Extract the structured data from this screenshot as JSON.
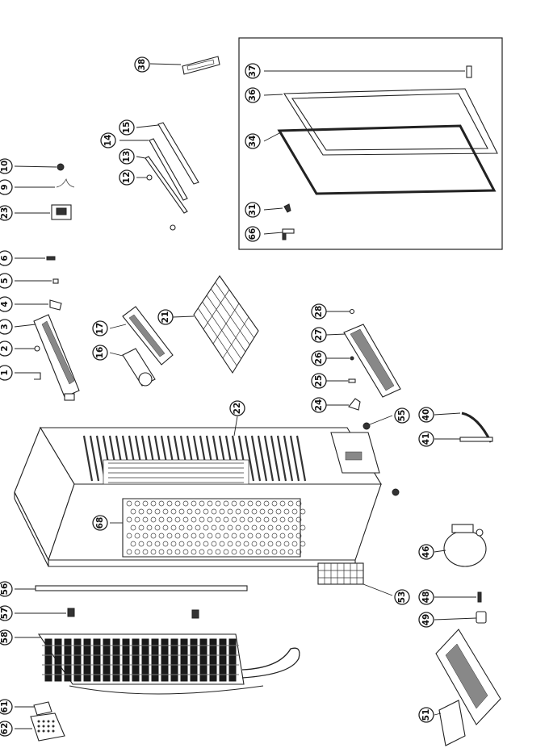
{
  "diagram": {
    "type": "exploded-parts-view",
    "callouts": {
      "p1": "1",
      "p2": "2",
      "p3": "3",
      "p4": "4",
      "p5": "5",
      "p6": "6",
      "p9": "9",
      "p10": "10",
      "p12": "12",
      "p13": "13",
      "p14": "14",
      "p15": "15",
      "p16": "16",
      "p17": "17",
      "p21": "21",
      "p22": "22",
      "p23": "23",
      "p24": "24",
      "p25": "25",
      "p26": "26",
      "p27": "27",
      "p28": "28",
      "p31": "31",
      "p34": "34",
      "p36": "36",
      "p37": "37",
      "p38": "38",
      "p40": "40",
      "p41": "41",
      "p46": "46",
      "p48": "48",
      "p49": "49",
      "p51": "51",
      "p53": "53",
      "p55": "55",
      "p56": "56",
      "p57": "57",
      "p58": "58",
      "p61": "61",
      "p62": "62",
      "p66": "66",
      "p68": "68"
    }
  }
}
